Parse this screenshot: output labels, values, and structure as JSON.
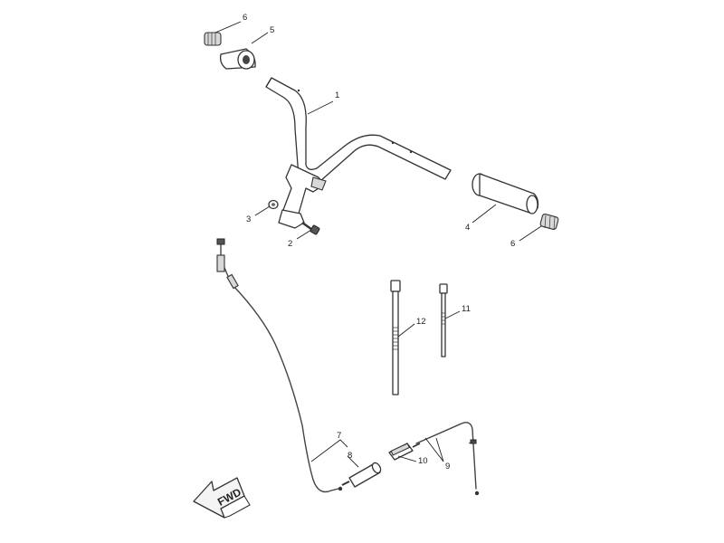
{
  "callouts": {
    "c1": "1",
    "c2": "2",
    "c3": "3",
    "c4": "4",
    "c5": "5",
    "c6a": "6",
    "c6b": "6",
    "c7": "7",
    "c8": "8",
    "c9": "9",
    "c10": "10",
    "c11": "11",
    "c12": "12"
  },
  "direction_arrow": {
    "label": "FWD"
  }
}
